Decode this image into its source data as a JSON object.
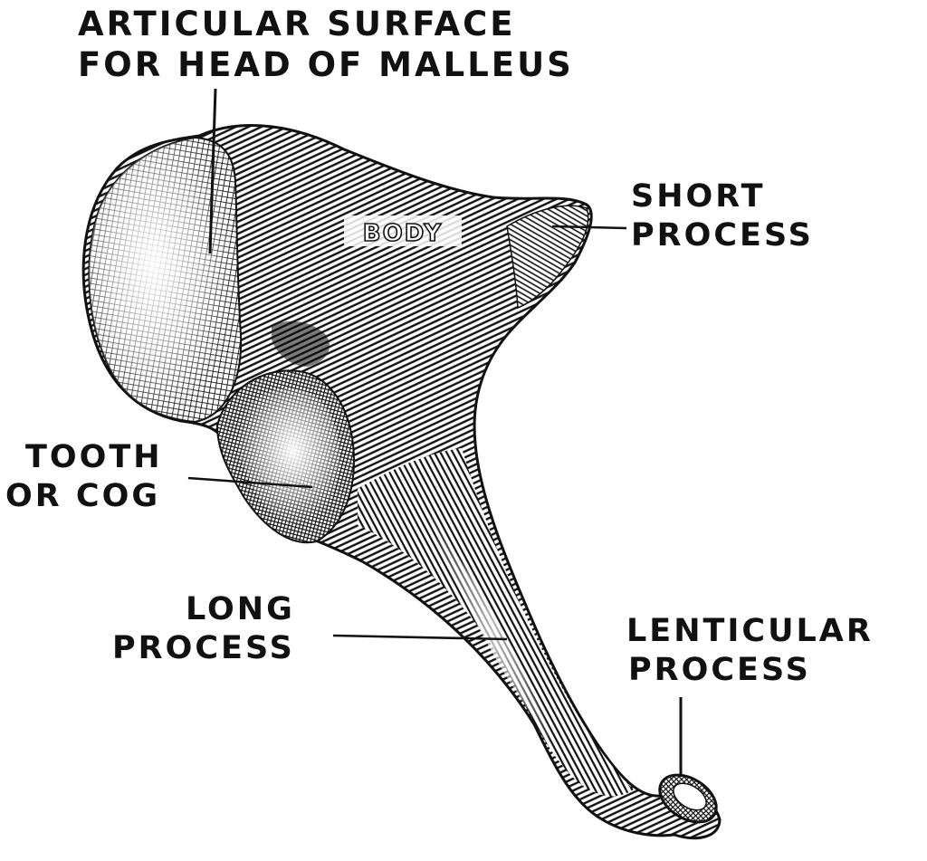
{
  "labels": {
    "articular_surface": [
      "ARTICULAR SURFACE",
      "FOR HEAD OF MALLEUS"
    ],
    "body": "BODY",
    "short_process": [
      "SHORT",
      "PROCESS"
    ],
    "tooth_or_cog": [
      "TOOTH",
      "OR COG"
    ],
    "long_process": [
      "LONG",
      "PROCESS"
    ],
    "lenticular_process": [
      "LENTICULAR",
      "PROCESS"
    ]
  },
  "colors": {
    "ink": "#111111",
    "paper": "#ffffff"
  }
}
